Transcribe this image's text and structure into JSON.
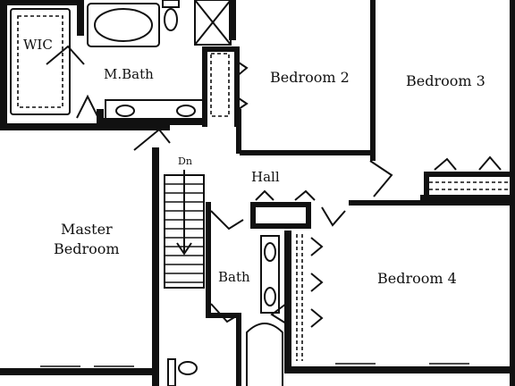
{
  "labels": {
    "wic": "WIC",
    "master_bath": "M.Bath",
    "bedroom_2": "Bedroom 2",
    "bedroom_3": "Bedroom 3",
    "stairs_down": "Dn",
    "hall": "Hall",
    "master_bedroom_line1": "Master",
    "master_bedroom_line2": "Bedroom",
    "bath": "Bath",
    "bedroom_4": "Bedroom 4"
  }
}
